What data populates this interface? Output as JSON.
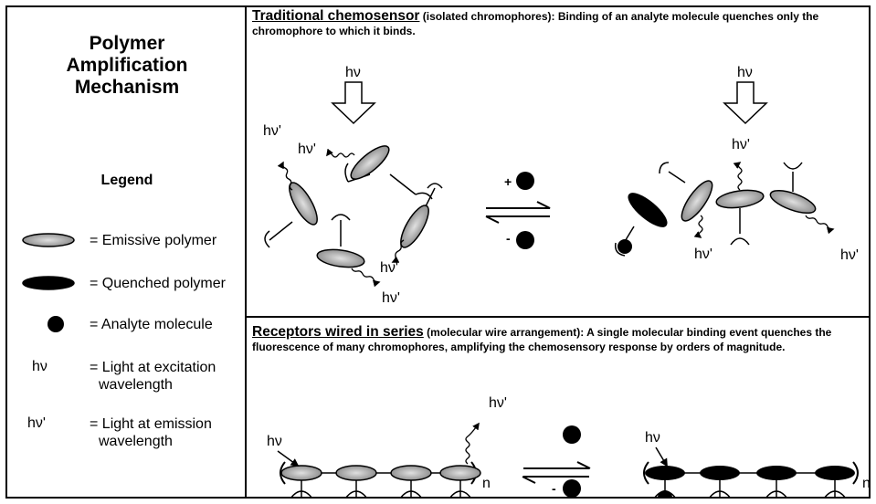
{
  "left": {
    "title_line1": "Polymer",
    "title_line2": "Amplification",
    "title_line3": "Mechanism",
    "legend_title": "Legend",
    "legend": {
      "emissive": "= Emissive polymer",
      "quenched": "= Quenched polymer",
      "analyte": "= Analyte molecule",
      "hv_symbol": "hν",
      "hv_line1": "= Light at excitation",
      "hv_line2": "wavelength",
      "hvp_symbol": "hν'",
      "hvp_line1": "= Light at emission",
      "hvp_line2": "wavelength"
    }
  },
  "top": {
    "heading_underlined": "Traditional chemosensor",
    "heading_rest": " (isolated chromophores):  Binding of an analyte molecule quenches only the chromophore to which it binds.",
    "hv": "hν",
    "hv_prime": "hν'",
    "plus": "+",
    "minus": "-"
  },
  "bottom": {
    "heading_underlined": "Receptors wired in series",
    "heading_rest": " (molecular wire arrangement):  A single molecular binding event quenches the fluorescence of many chromophores, amplifying the chemosensory response by orders of magnitude.",
    "hv": "hν",
    "hv_prime": "hν'",
    "n": "n",
    "minus": "-"
  },
  "colors": {
    "emissive_fill": "#b5b5b5",
    "quenched_fill": "#000000",
    "ink": "#000000"
  }
}
